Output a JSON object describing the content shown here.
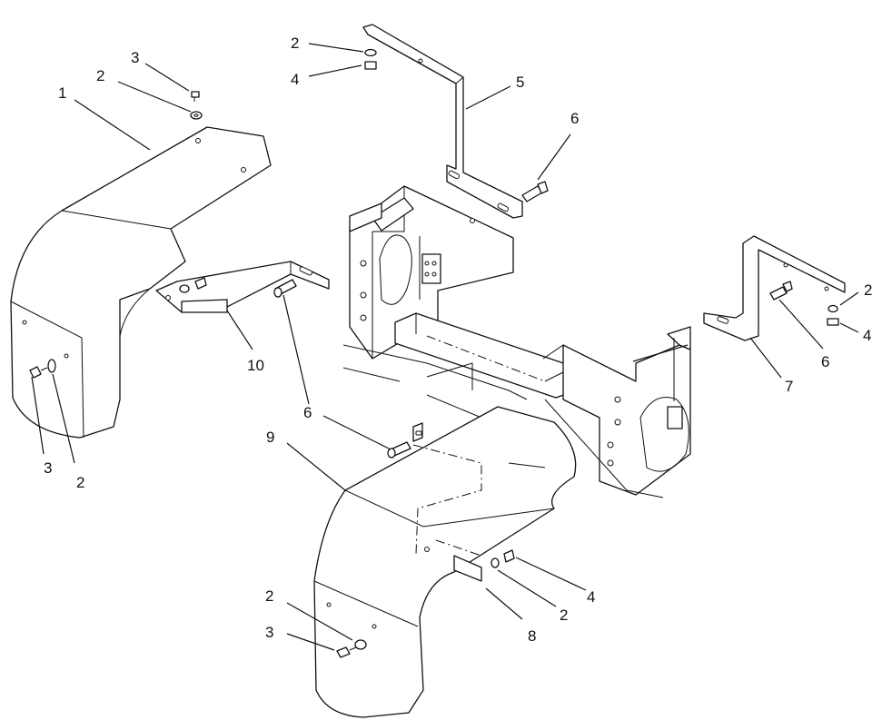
{
  "callouts": [
    {
      "id": "c1",
      "label": "1"
    },
    {
      "id": "c2a",
      "label": "2"
    },
    {
      "id": "c3a",
      "label": "3"
    },
    {
      "id": "c2b",
      "label": "2"
    },
    {
      "id": "c4a",
      "label": "4"
    },
    {
      "id": "c5",
      "label": "5"
    },
    {
      "id": "c6a",
      "label": "6"
    },
    {
      "id": "c10",
      "label": "10"
    },
    {
      "id": "c3b",
      "label": "3"
    },
    {
      "id": "c2c",
      "label": "2"
    },
    {
      "id": "c6b",
      "label": "6"
    },
    {
      "id": "c9",
      "label": "9"
    },
    {
      "id": "c2d",
      "label": "2"
    },
    {
      "id": "c3c",
      "label": "3"
    },
    {
      "id": "c8",
      "label": "8"
    },
    {
      "id": "c2e",
      "label": "2"
    },
    {
      "id": "c4b",
      "label": "4"
    },
    {
      "id": "c2f",
      "label": "2"
    },
    {
      "id": "c4c",
      "label": "4"
    },
    {
      "id": "c6c",
      "label": "6"
    },
    {
      "id": "c7",
      "label": "7"
    }
  ]
}
